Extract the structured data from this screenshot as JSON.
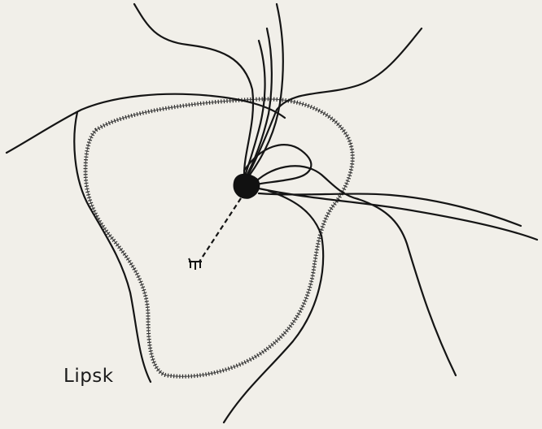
{
  "map": {
    "place_label": "Lipsk"
  },
  "colors": {
    "background": "#f1efe9",
    "ink": "#151515"
  },
  "features": {
    "town_outline": "hatched-boundary",
    "settlement_marker": "filled-blob",
    "path_marker": "dashed-line-with-comb-end"
  }
}
